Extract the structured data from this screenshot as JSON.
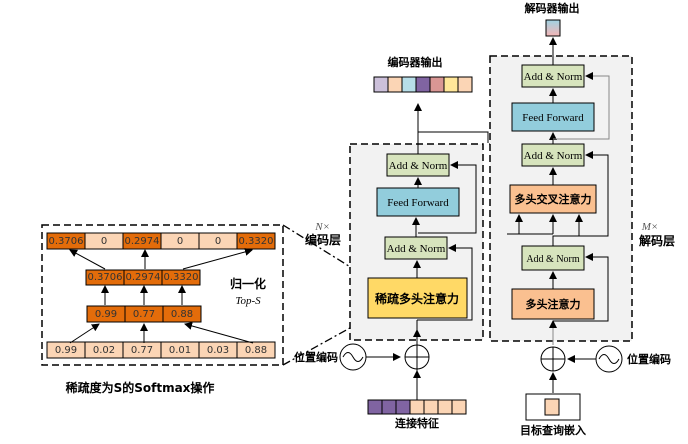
{
  "colors": {
    "orange_dark": "#e36c0a",
    "orange_light": "#fbd5b5",
    "green_box": "#d7e4bd",
    "blue_box": "#92cddc",
    "yellow_box": "#ffd966",
    "salmon_box": "#fac090",
    "panel_bg": "#f2f2f2",
    "purple": "#8064a2",
    "lavender": "#ccc0da",
    "light_blue": "#b7dee8",
    "rose": "#d99694",
    "pale_yellow": "#ffe699"
  },
  "softmax_panel": {
    "caption": "稀疏度为S的Softmax操作",
    "normalize_label": "归一化",
    "topk_label": "Top-S",
    "output_row": [
      "0.3706",
      "0",
      "0.2974",
      "0",
      "0",
      "0.3320"
    ],
    "output_row_highlight": [
      true,
      false,
      true,
      false,
      false,
      true
    ],
    "normalized_row": [
      "0.3706",
      "0.2974",
      "0.3320"
    ],
    "topk_row": [
      "0.99",
      "0.77",
      "0.88"
    ],
    "input_row": [
      "0.99",
      "0.02",
      "0.77",
      "0.01",
      "0.03",
      "0.88"
    ]
  },
  "encoder": {
    "repeat_label": "N×",
    "layer_label": "编码层",
    "add_norm_top": "Add & Norm",
    "feed_forward": "Feed Forward",
    "add_norm_bottom": "Add & Norm",
    "attention": "稀疏多头注意力",
    "positional_encoding": "位置编码",
    "input_label": "连接特征",
    "output_label": "编码器输出"
  },
  "decoder": {
    "repeat_label": "M×",
    "layer_label": "解码层",
    "add_norm_top": "Add & Norm",
    "feed_forward": "Feed Forward",
    "add_norm_mid": "Add & Norm",
    "cross_attention": "多头交叉注意力",
    "add_norm_bottom": "Add & Norm",
    "self_attention": "多头注意力",
    "positional_encoding": "位置编码",
    "input_label": "目标查询嵌入",
    "output_label": "解码器输出"
  }
}
